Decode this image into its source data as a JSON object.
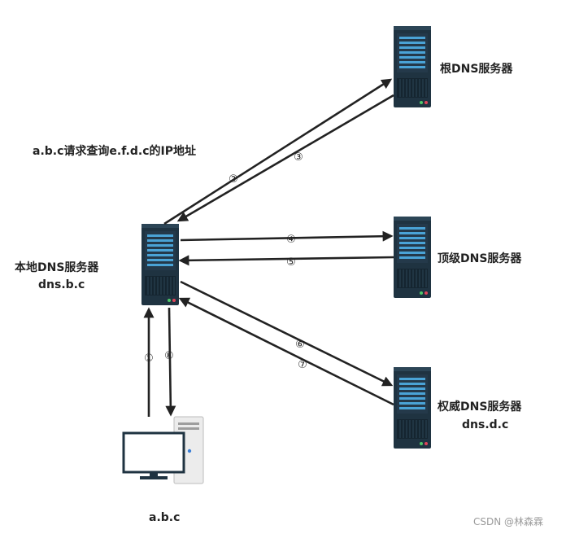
{
  "labels": {
    "query": "a.b.c请求查询e.f.d.c的IP地址",
    "root": "根DNS服务器",
    "tld": "顶级DNS服务器",
    "local_line1": "本地DNS服务器",
    "local_line2": "dns.b.c",
    "auth_line1": "权威DNS服务器",
    "auth_line2": "dns.d.c",
    "client": "a.b.c"
  },
  "steps": [
    "①",
    "②",
    "③",
    "④",
    "⑤",
    "⑥",
    "⑦",
    "⑧"
  ],
  "watermark": "CSDN @林森霖",
  "icons": {
    "server": "server-rack-icon",
    "client": "desktop-computer-icon"
  },
  "colors": {
    "server_dark": "#1f3341",
    "server_mid": "#2c4556",
    "server_bar": "#4aa3d6",
    "led_green": "#4fc86a",
    "led_red": "#e0455a",
    "arrow": "#222222",
    "pc_case": "#ececec",
    "pc_blue": "#3a7fd6"
  }
}
